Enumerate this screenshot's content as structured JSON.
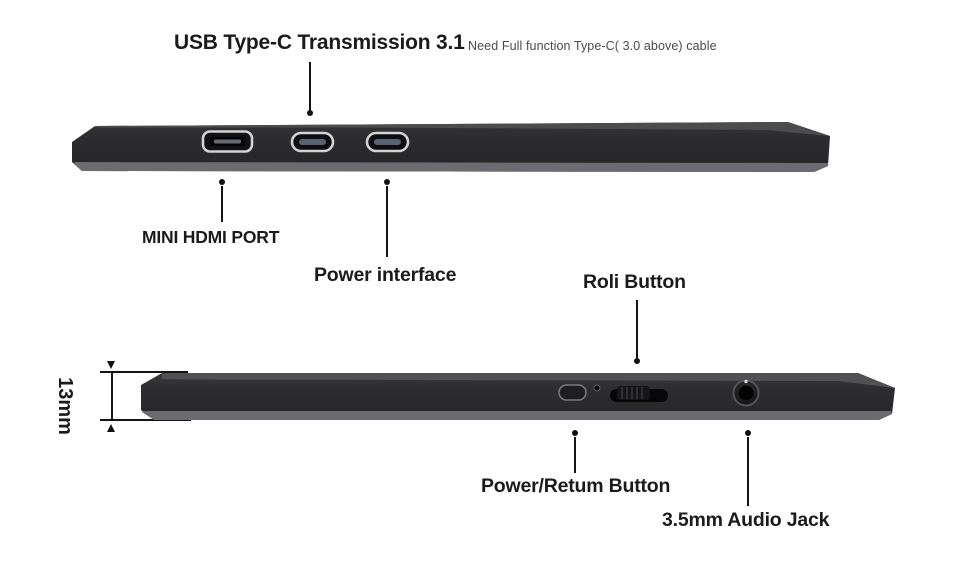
{
  "header": {
    "title": "USB Type-C Transmission 3.1",
    "note": "Need Full function Type-C( 3.0 above) cable"
  },
  "callouts": {
    "mini_hdmi": "MINI HDMI PORT",
    "power_interface": "Power interface",
    "roll_button": "Roli Button",
    "power_return": "Power/Retum Button",
    "audio_jack": "3.5mm Audio Jack"
  },
  "dimension": {
    "thickness": "13mm"
  },
  "device": {
    "top_edge_components": [
      "mini-hdmi-port",
      "usb-c-port",
      "usb-c-port"
    ],
    "side_edge_components": [
      "power-return-button",
      "led-indicator",
      "roll-button",
      "audio-jack"
    ]
  },
  "colors": {
    "background": "#ffffff",
    "text": "#1b1b1b",
    "note_text": "#4b4b4b",
    "callout_line": "#141414",
    "device_body": "#2c2c2e",
    "device_top_face": "#4c4c4f",
    "device_bottom_face": "#6b6b70",
    "port_ring": "#d3d3d5",
    "usb_tongue": "#5a6170",
    "hdmi_tongue": "#686c72"
  }
}
